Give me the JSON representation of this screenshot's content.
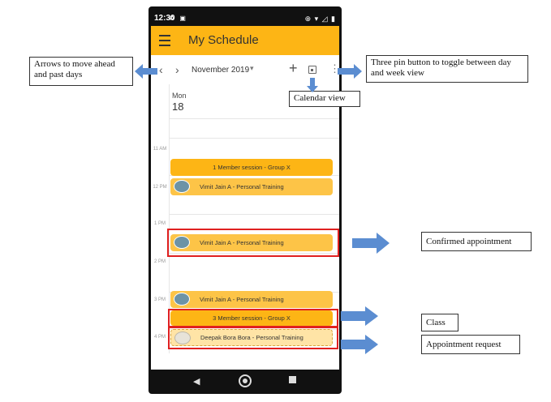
{
  "status_bar": {
    "time": "12:30",
    "left_icons": "♻ ▣",
    "right_icons": "⊕ ▾ ◿ ▮"
  },
  "app_bar": {
    "title": "My Schedule",
    "menu_icon": "hamburger-menu-icon",
    "accent_color": "#FDB515"
  },
  "toolbar": {
    "prev_icon": "chevron-left-icon",
    "next_icon": "chevron-right-icon",
    "month_label": "November 2019",
    "month_caret": "▾",
    "add_icon": "plus-icon",
    "calendar_icon": "calendar-icon",
    "more_icon": "more-vert-icon"
  },
  "day_header": {
    "weekday": "Mon",
    "day": "18"
  },
  "time_labels": [
    "11 AM",
    "12 PM",
    "1 PM",
    "2 PM",
    "3 PM",
    "4 PM"
  ],
  "events": [
    {
      "title": "1 Member session - Group X",
      "kind": "class"
    },
    {
      "title": "Vimit Jain A - Personal Training",
      "kind": "confirmed"
    },
    {
      "title": "Vimit Jain A - Personal Training",
      "kind": "confirmed"
    },
    {
      "title": "Vimit Jain A - Personal Training",
      "kind": "confirmed"
    },
    {
      "title": "3 Member session - Group X",
      "kind": "class"
    },
    {
      "title": "Deepak Bora Bora - Personal Training",
      "kind": "request"
    }
  ],
  "annotations": {
    "arrows": "Arrows to move ahead and past days",
    "three_pin": "Three pin button to toggle between day and week view",
    "calendar_view": "Calendar view",
    "confirmed": "Confirmed appointment",
    "class": "Class",
    "request": "Appointment request"
  },
  "colors": {
    "highlight_box": "#e02020",
    "annotation_arrow": "#5B8DD1"
  }
}
